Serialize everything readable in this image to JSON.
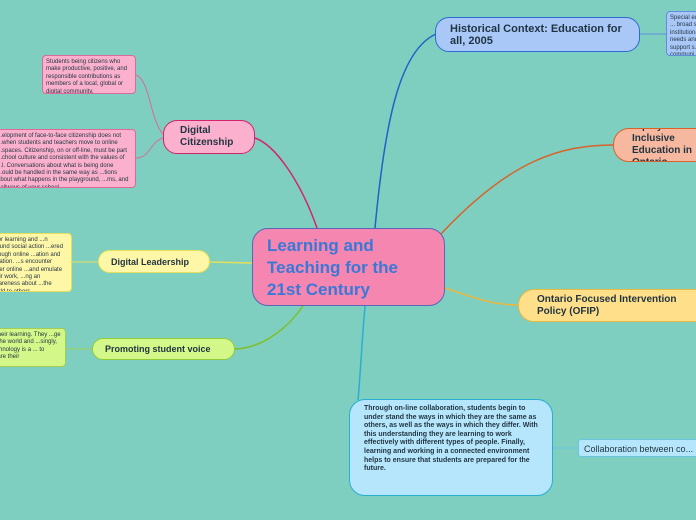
{
  "central": {
    "title": "Learning and Teaching for the 21st Century"
  },
  "historical": {
    "title": "Historical Context: Education for all, 2005",
    "note": "Special education ... broad social ... institutional ... needs and ... support s... communi..."
  },
  "equity": {
    "title": "Equity and Inclusive Education in Ontario"
  },
  "ofip": {
    "title": "Ontario Focused Intervention Policy (OFIP)"
  },
  "collaboration": {
    "text": "Through on-line collaboration, students begin to under stand the ways in which they are the same as others, as well as the ways in which they differ. With this understanding they are learning to work effectively with different types of people. Finally, learning and working in a connected environment helps to ensure that students are prepared for the future.",
    "child": "Collaboration between co..."
  },
  "digital_citizenship": {
    "title": "Digital Citizenship",
    "note1": "Students being citizens who make productive, positive, and responsible contributions as members of a local, global or digital community.",
    "note2": "...elopment of face-to-face citizenship does not ...when students and teachers move to online ...spaces. Citizenship, on or off-line, must be part ...chool culture and consistent with the values of ...l. Conversations about what is being done ...ould be handled in the same way as ...tions about what happens in the playground, ...ms, and hallways of your school."
  },
  "digital_leadership": {
    "title": "Digital Leadership",
    "note": "...for learning and ...n around social action ...ered through online ...ation and creation. ...s encounter other online ...and emulate their work, ...ng an awareness about ...the world to others."
  },
  "student_voice": {
    "title": "Promoting student voice",
    "note": "...their learning. They ...ge of the world and ...singly, technology is a ... to share their"
  },
  "colors": {
    "background": "#7ecfc0",
    "central": "#f486b0",
    "historical": "#a9c8f8",
    "equity": "#f7b8a0",
    "ofip": "#ffdf8a",
    "collaboration": "#b6e6fb",
    "digital_citizenship": "#fbb1cd",
    "digital_leadership": "#fff7a8",
    "student_voice": "#d4f78a"
  }
}
